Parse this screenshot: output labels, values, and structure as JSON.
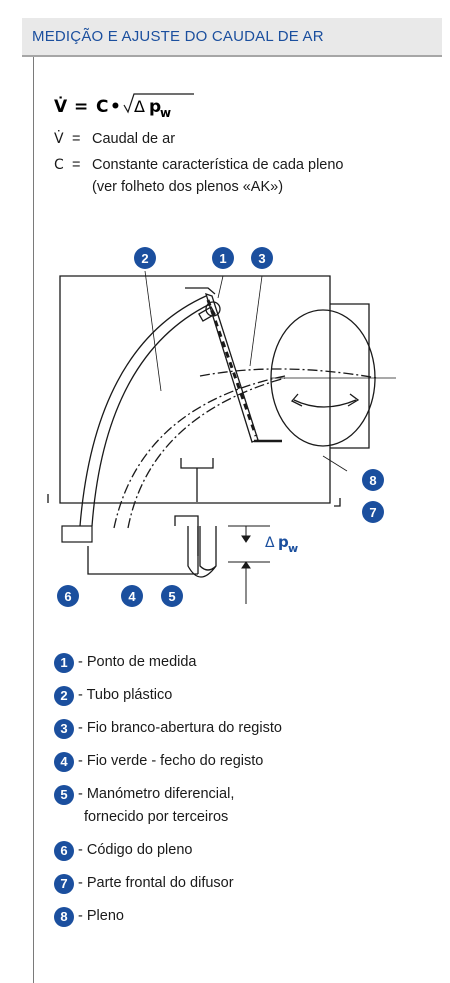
{
  "header": {
    "title": "MEDIÇÃO E AJUSTE DO CAUDAL DE AR"
  },
  "formula": {
    "lhs": "V̇",
    "eq": "=",
    "const": "C",
    "dot": "•",
    "delta": "Δ",
    "p": "p",
    "sub": "w"
  },
  "definitions": [
    {
      "symbol": "V̇",
      "eq": "=",
      "text": "Caudal de ar"
    },
    {
      "symbol": "C",
      "eq": "=",
      "text": "Constante característica de cada pleno",
      "cont": "(ver folheto dos plenos «AK»)"
    }
  ],
  "diagram": {
    "labels": [
      "1",
      "2",
      "3",
      "4",
      "5",
      "6",
      "7",
      "8"
    ],
    "dp_label": {
      "delta": "Δ",
      "p": "p",
      "sub": "w"
    }
  },
  "legend": [
    {
      "num": "1",
      "text": "- Ponto de medida"
    },
    {
      "num": "2",
      "text": "- Tubo plástico"
    },
    {
      "num": "3",
      "text": "- Fio branco-abertura do registo"
    },
    {
      "num": "4",
      "text": "- Fio verde - fecho do registo"
    },
    {
      "num": "5",
      "text": "- Manómetro diferencial,",
      "text2": "fornecido por terceiros"
    },
    {
      "num": "6",
      "text": "- Código do pleno"
    },
    {
      "num": "7",
      "text": "- Parte frontal do difusor"
    },
    {
      "num": "8",
      "text": "- Pleno"
    }
  ],
  "colors": {
    "accent": "#1b4f9e",
    "header_bg": "#e9e9e9"
  }
}
